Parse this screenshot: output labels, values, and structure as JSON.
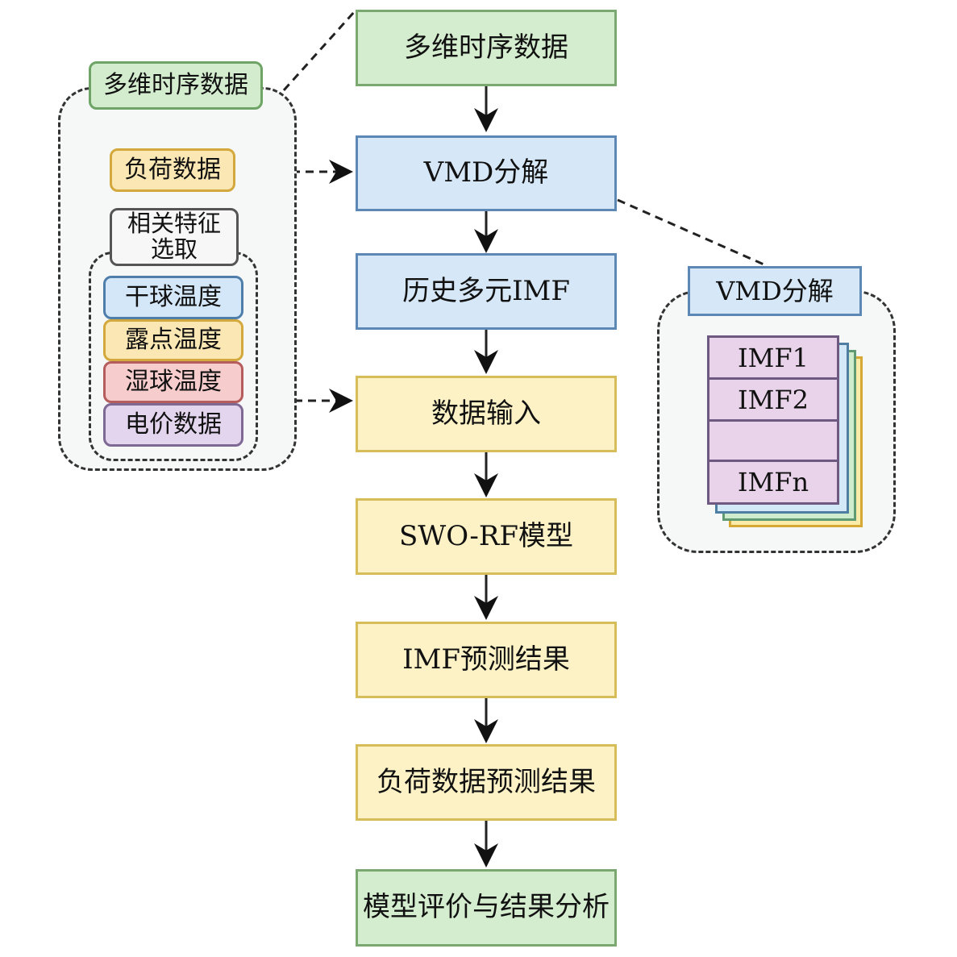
{
  "flow": {
    "steps": [
      {
        "label": "多维时序数据",
        "color": "green"
      },
      {
        "label": "VMD分解",
        "color": "blue"
      },
      {
        "label": "历史多元IMF",
        "color": "blue"
      },
      {
        "label": "数据输入",
        "color": "yellow"
      },
      {
        "label": "SWO-RF模型",
        "color": "yellow"
      },
      {
        "label": "IMF预测结果",
        "color": "yellow"
      },
      {
        "label": "负荷数据预测结果",
        "color": "yellow"
      },
      {
        "label": "模型评价与结果分析",
        "color": "green"
      }
    ]
  },
  "left_panel": {
    "title": "多维时序数据",
    "load_data": "负荷数据",
    "feature_selection": "相关特征\n选取",
    "features": [
      "干球温度",
      "露点温度",
      "湿球温度",
      "电价数据"
    ]
  },
  "right_panel": {
    "title": "VMD分解",
    "imfs": [
      "IMF1",
      "IMF2",
      "",
      "IMFn"
    ]
  },
  "colors": {
    "green_fill": "#d5edcf",
    "blue_fill": "#d6e8f8",
    "yellow_fill": "#fcf2c6",
    "purple_fill": "#e4d5ef",
    "red_fill": "#f7cccc"
  }
}
